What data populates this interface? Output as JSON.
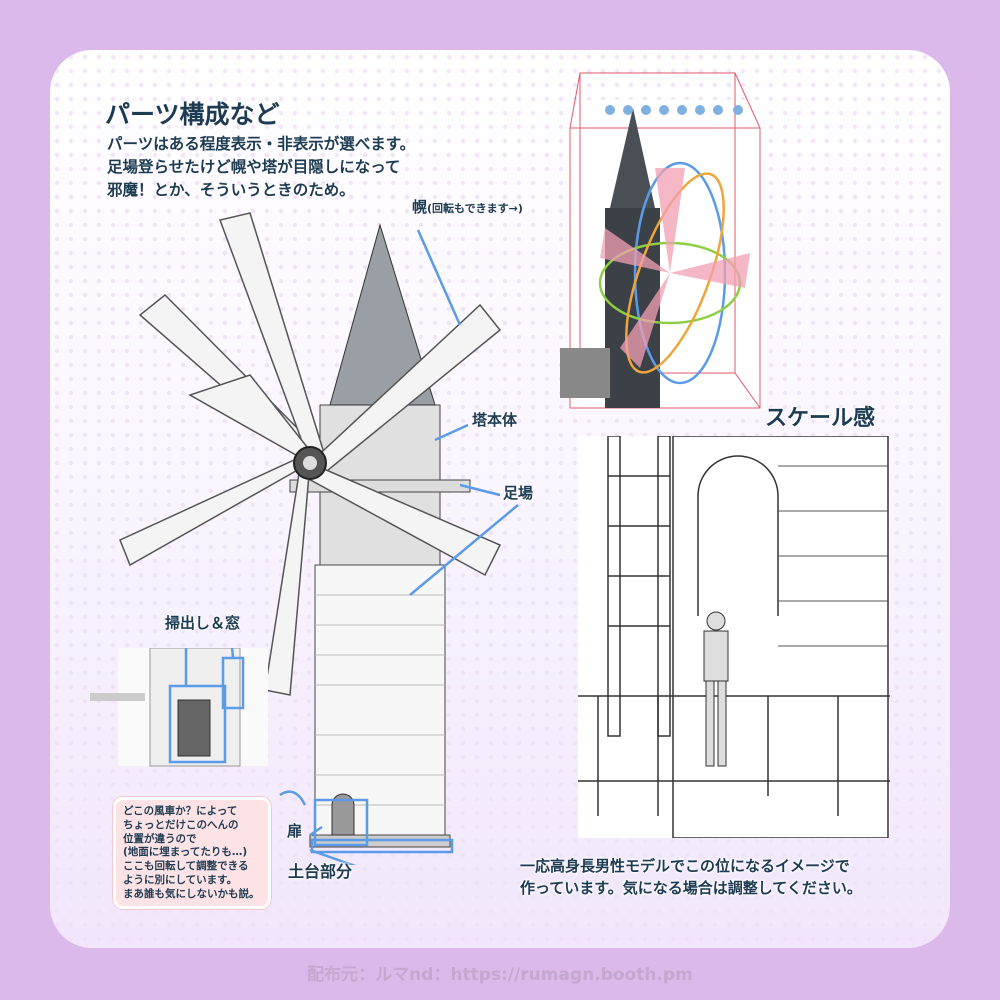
{
  "heading": "パーツ構成など",
  "intro": [
    "パーツはある程度表示・非表示が選べます。",
    "足場登らせたけど幌や塔が目隠しになって",
    "邪魔！とか、そういうときのため。"
  ],
  "labels": {
    "sail": "幌",
    "sail_note": "(回転もできます→)",
    "tower_body": "塔本体",
    "scaffold": "足場",
    "window": "掃出し＆窓",
    "door": "扉",
    "base": "土台部分"
  },
  "note": [
    "どこの風車か？によって",
    "ちょっとだけこのへんの",
    "位置が違うので",
    "(地面に埋まってたりも…)",
    "ここも回転して調整できる",
    "ように別にしています。",
    "まあ誰も気にしないかも説。"
  ],
  "scale_section": {
    "heading": "スケール感",
    "caption": [
      "一応高身長男性モデルでこの位になるイメージで",
      "作っています。気になる場合は調整してください。"
    ]
  },
  "footer": "配布元：ルマnd：https://rumagn.booth.pm",
  "colors": {
    "background": "#dcb9eb",
    "text": "#1d3b52",
    "callout": "#5b9be8",
    "note_bg": "#fde3e6"
  }
}
